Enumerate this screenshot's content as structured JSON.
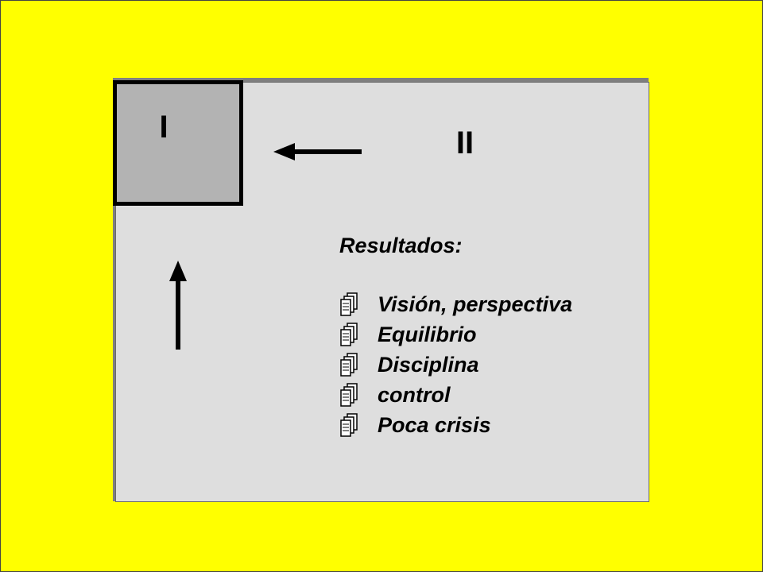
{
  "diagram": {
    "quadrant_one_label": "I",
    "quadrant_two_label": "II",
    "results_title": "Resultados:",
    "bullet_icon": "document-stack-icon",
    "results_items": [
      "Visión, perspectiva",
      "Equilibrio",
      "Disciplina",
      "control",
      "Poca crisis"
    ]
  },
  "colors": {
    "background": "#ffff00",
    "panel": "#dedede",
    "quadrant": "#b3b3b3",
    "text": "#000000"
  }
}
